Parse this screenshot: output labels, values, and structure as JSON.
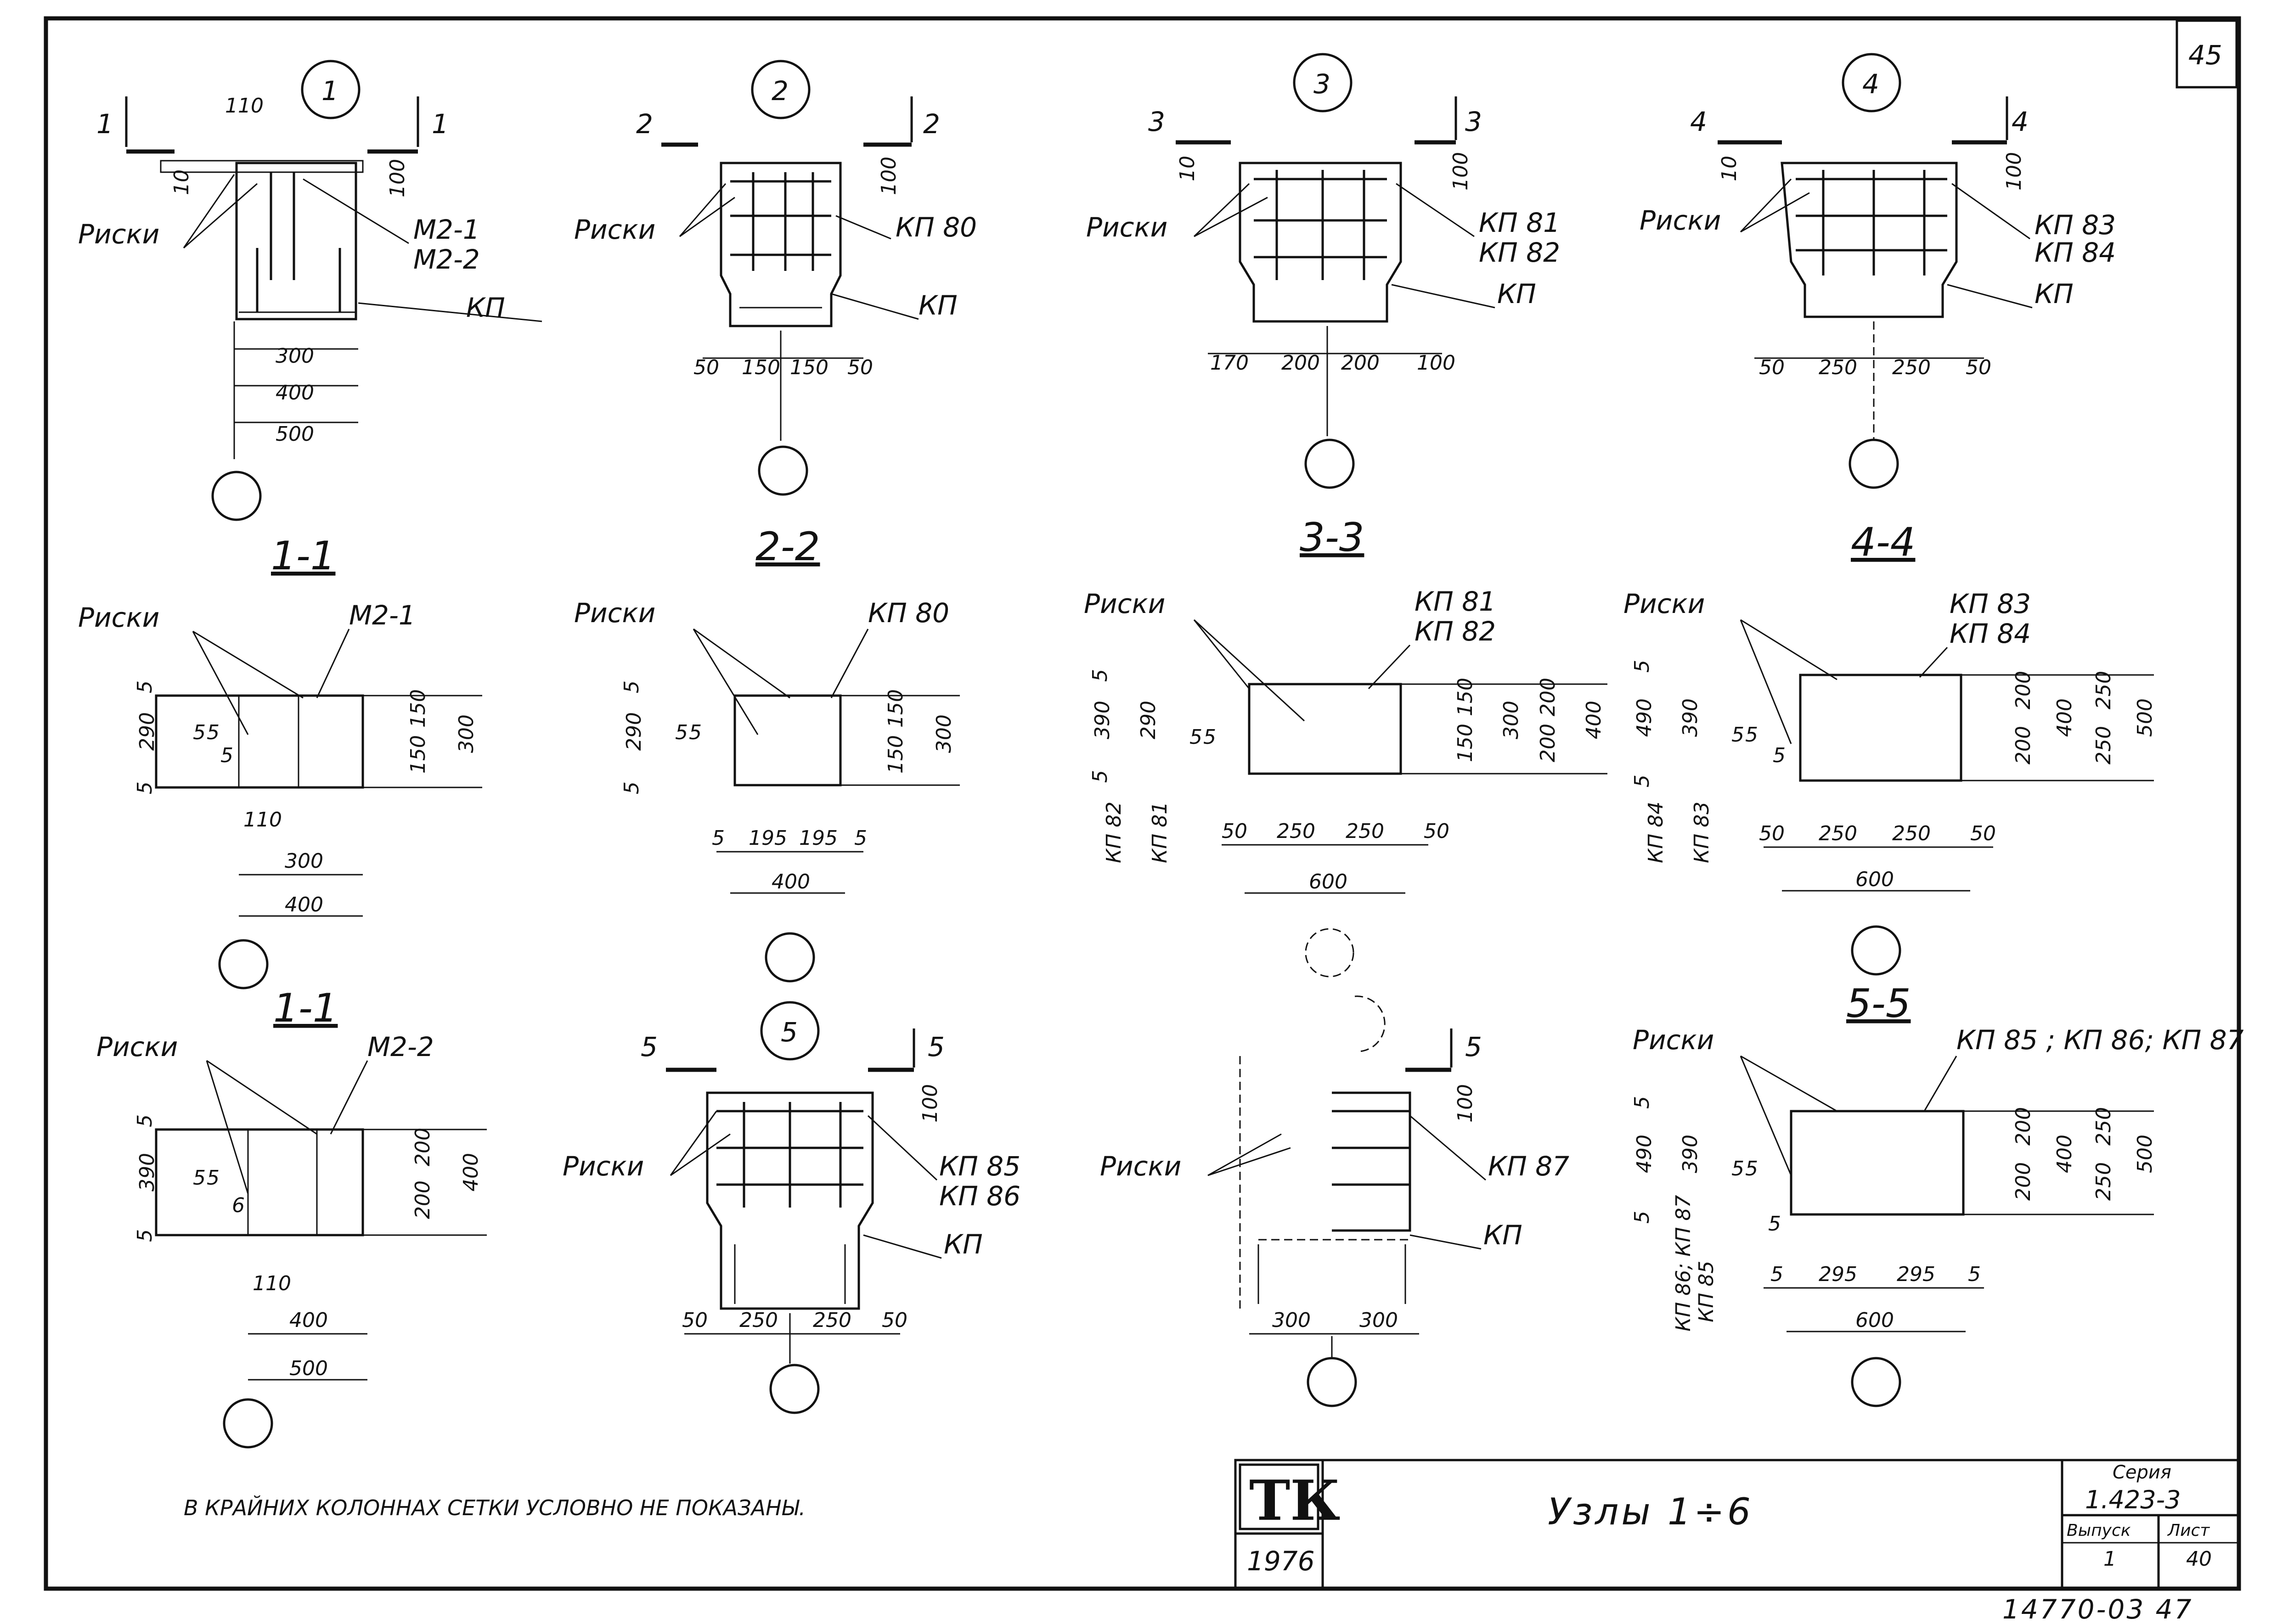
{
  "sheet": {
    "page_number": "45",
    "note": "В  КРАЙНИХ   КОЛОННАХ   СЕТКИ   УСЛОВНО   НЕ  ПОКАЗАНЫ.",
    "stamp": {
      "logo": "ТК",
      "year": "1976"
    },
    "title": "Узлы  1÷6",
    "series_label": "Серия",
    "series_value": "1.423-3",
    "issue_label": "Выпуск",
    "issue_value": "1",
    "sheet_label": "Лист",
    "sheet_value": "40",
    "archive_number": "14770-03 47"
  },
  "nodes": [
    {
      "num": "1",
      "cut": "1",
      "labels": [
        "Риски",
        "М2-1",
        "М2-2",
        "КП"
      ],
      "dims": [
        "110",
        "10",
        "100",
        "300",
        "400",
        "500"
      ]
    },
    {
      "num": "2",
      "cut": "2",
      "labels": [
        "Риски",
        "КП 80",
        "КП"
      ],
      "dims": [
        "100",
        "50",
        "150",
        "150",
        "50"
      ]
    },
    {
      "num": "3",
      "cut": "3",
      "labels": [
        "Риски",
        "КП 81",
        "КП 82",
        "КП"
      ],
      "dims": [
        "10",
        "100",
        "170",
        "200",
        "200",
        "100"
      ]
    },
    {
      "num": "4",
      "cut": "4",
      "labels": [
        "Риски",
        "КП 83",
        "КП 84",
        "КП"
      ],
      "dims": [
        "10",
        "100",
        "50",
        "250",
        "250",
        "50"
      ]
    },
    {
      "num": "5",
      "cut": "5",
      "labels": [
        "Риски",
        "КП 85",
        "КП 86",
        "КП"
      ],
      "dims": [
        "100",
        "50",
        "250",
        "250",
        "50"
      ]
    },
    {
      "num": "",
      "cut": "5",
      "labels": [
        "Риски",
        "КП 87",
        "КП"
      ],
      "dims": [
        "100",
        "300",
        "300"
      ]
    }
  ],
  "sections": [
    {
      "title": "1-1",
      "labels": [
        "Риски",
        "М2-1"
      ],
      "dims": [
        "5",
        "290",
        "5",
        "5",
        "5",
        "5",
        "150",
        "150",
        "300",
        "110",
        "300",
        "400"
      ]
    },
    {
      "title": "2-2",
      "labels": [
        "Риски",
        "КП 80"
      ],
      "dims": [
        "5",
        "290",
        "5",
        "5",
        "5",
        "150",
        "150",
        "300",
        "5",
        "195",
        "195",
        "5",
        "400"
      ]
    },
    {
      "title": "3-3",
      "labels": [
        "Риски",
        "КП 81",
        "КП 82",
        "КП 82",
        "КП 81"
      ],
      "dims": [
        "5",
        "390",
        "5",
        "290",
        "5",
        "5",
        "150",
        "150",
        "300",
        "200",
        "200",
        "400",
        "50",
        "250",
        "250",
        "50",
        "600"
      ]
    },
    {
      "title": "4-4",
      "labels": [
        "Риски",
        "КП 83",
        "КП 84",
        "КП 84",
        "КП 83"
      ],
      "dims": [
        "5",
        "490",
        "5",
        "390",
        "5",
        "5",
        "5",
        "200",
        "200",
        "400",
        "250",
        "250",
        "500",
        "50",
        "250",
        "250",
        "50",
        "600"
      ]
    },
    {
      "title": "1-1",
      "labels": [
        "Риски",
        "М2-2"
      ],
      "dims": [
        "5",
        "390",
        "5",
        "5",
        "5",
        "6",
        "200",
        "200",
        "400",
        "110",
        "400",
        "500"
      ]
    },
    {
      "title": "5-5",
      "labels": [
        "Риски",
        "КП 85 ;  КП 86;  КП 87",
        "КП 86; КП 87",
        "КП 85"
      ],
      "dims": [
        "5",
        "490",
        "5",
        "390",
        "5",
        "5",
        "5",
        "200",
        "200",
        "400",
        "250",
        "250",
        "500",
        "5",
        "295",
        "295",
        "5",
        "600"
      ]
    }
  ]
}
